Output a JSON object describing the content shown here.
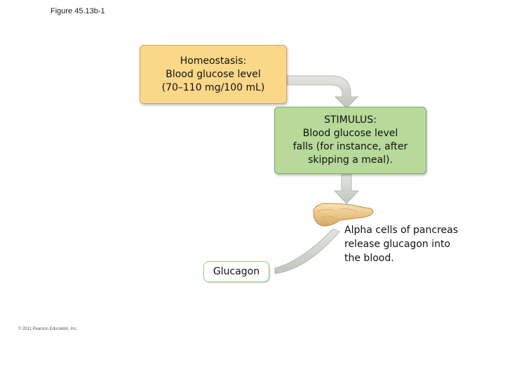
{
  "figure_label": "Figure 45.13b-1",
  "homeostasis": {
    "line1": "Homeostasis:",
    "line2": "Blood glucose level",
    "line3": "(70–110 mg/100 mL)"
  },
  "stimulus": {
    "line1": "STIMULUS:",
    "line2": "Blood glucose level",
    "line3": "falls (for instance, after",
    "line4": "skipping a meal)."
  },
  "glucagon_label": "Glucagon",
  "pancreas_note": {
    "line1": "Alpha cells of pancreas",
    "line2": "release glucagon into",
    "line3": "the blood."
  },
  "copyright": "© 2011 Pearson Education, Inc.",
  "colors": {
    "homeostasis_fill": "#fbd889",
    "stimulus_fill": "#b7d99a",
    "arrow_fill": "#d4d8d2",
    "pancreas_fill": "#f2c98a"
  }
}
